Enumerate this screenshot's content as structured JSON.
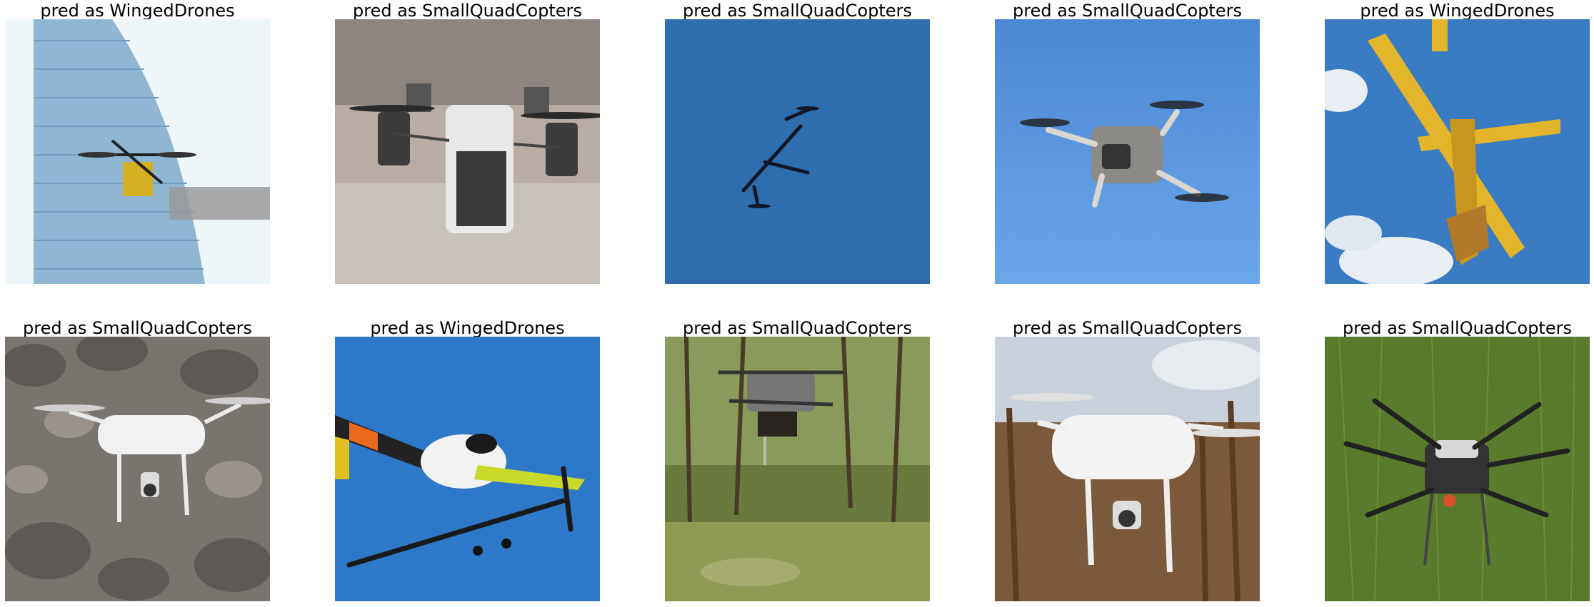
{
  "panels": [
    {
      "title": "pred as WingedDrones",
      "subject": "yellow-drone-by-glass-tower"
    },
    {
      "title": "pred as SmallQuadCopters",
      "subject": "white-quadcopter-closeup"
    },
    {
      "title": "pred as SmallQuadCopters",
      "subject": "dark-quadcopter-blue-sky"
    },
    {
      "title": "pred as SmallQuadCopters",
      "subject": "grey-quadcopter-blue-sky"
    },
    {
      "title": "pred as WingedDrones",
      "subject": "yellow-winged-drone-cloudy-sky"
    },
    {
      "title": "pred as SmallQuadCopters",
      "subject": "white-quadcopter-over-rocks"
    },
    {
      "title": "pred as WingedDrones",
      "subject": "winged-drone-blue-sky"
    },
    {
      "title": "pred as SmallQuadCopters",
      "subject": "hexacopter-in-forest"
    },
    {
      "title": "pred as SmallQuadCopters",
      "subject": "white-quadcopter-trees"
    },
    {
      "title": "pred as SmallQuadCopters",
      "subject": "hexacopter-over-grass"
    }
  ],
  "colors": {
    "sky_blue": "#3b7fc4",
    "deep_blue": "#2d6aa8",
    "text": "#000000"
  }
}
